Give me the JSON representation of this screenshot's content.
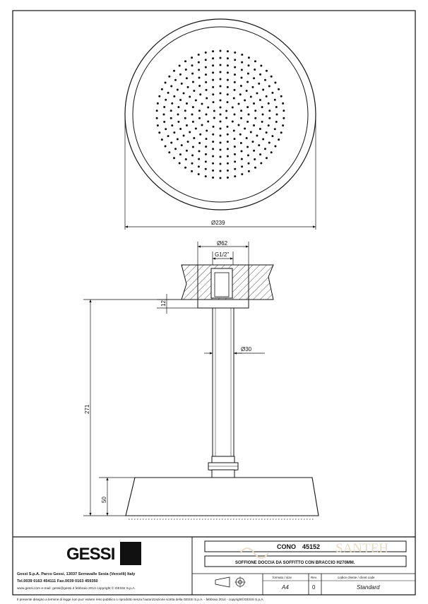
{
  "drawing": {
    "dim_diameter_head": "Ø239",
    "dim_diameter_flange": "Ø62",
    "dim_thread": "G1/2\"",
    "dim_flange_height": "12",
    "dim_diameter_arm": "Ø30",
    "dim_total_height": "271",
    "dim_head_height": "50"
  },
  "company": {
    "logo_text": "GESSI",
    "address": "Gessi S.p.A. Parco Gessi, 13037 Serravalle Sesia (Vercelli) Italy",
    "phone_fax": "Tel.0039 0163 454111 Fax.0039 0163 459350",
    "contact_line": "www.gessi.com e-mail: gessi@gessi.it   febbraio 2014   copyright © GESSI S.p.A.",
    "disclaimer": "Il presente disegno a termine di legge non puo' essere reso pubblico o riprodotto senza l'autorizzazione scritta della GESSI S.p.A. - febbraio 2014 - copyright©GESSI S.p.A."
  },
  "title_block": {
    "product_name": "CONO",
    "product_code": "45152",
    "description": "SOFFIONE DOCCIA DA SOFFITTO CON BRACCIO H270MM.",
    "format_label": "formato / size",
    "format_value": "A4",
    "rev_label": "Rev.",
    "rev_value": "0",
    "client_code_label": "codice cliente / client code",
    "client_code_value": "Standard"
  },
  "watermark": {
    "text": "SANTEH"
  }
}
